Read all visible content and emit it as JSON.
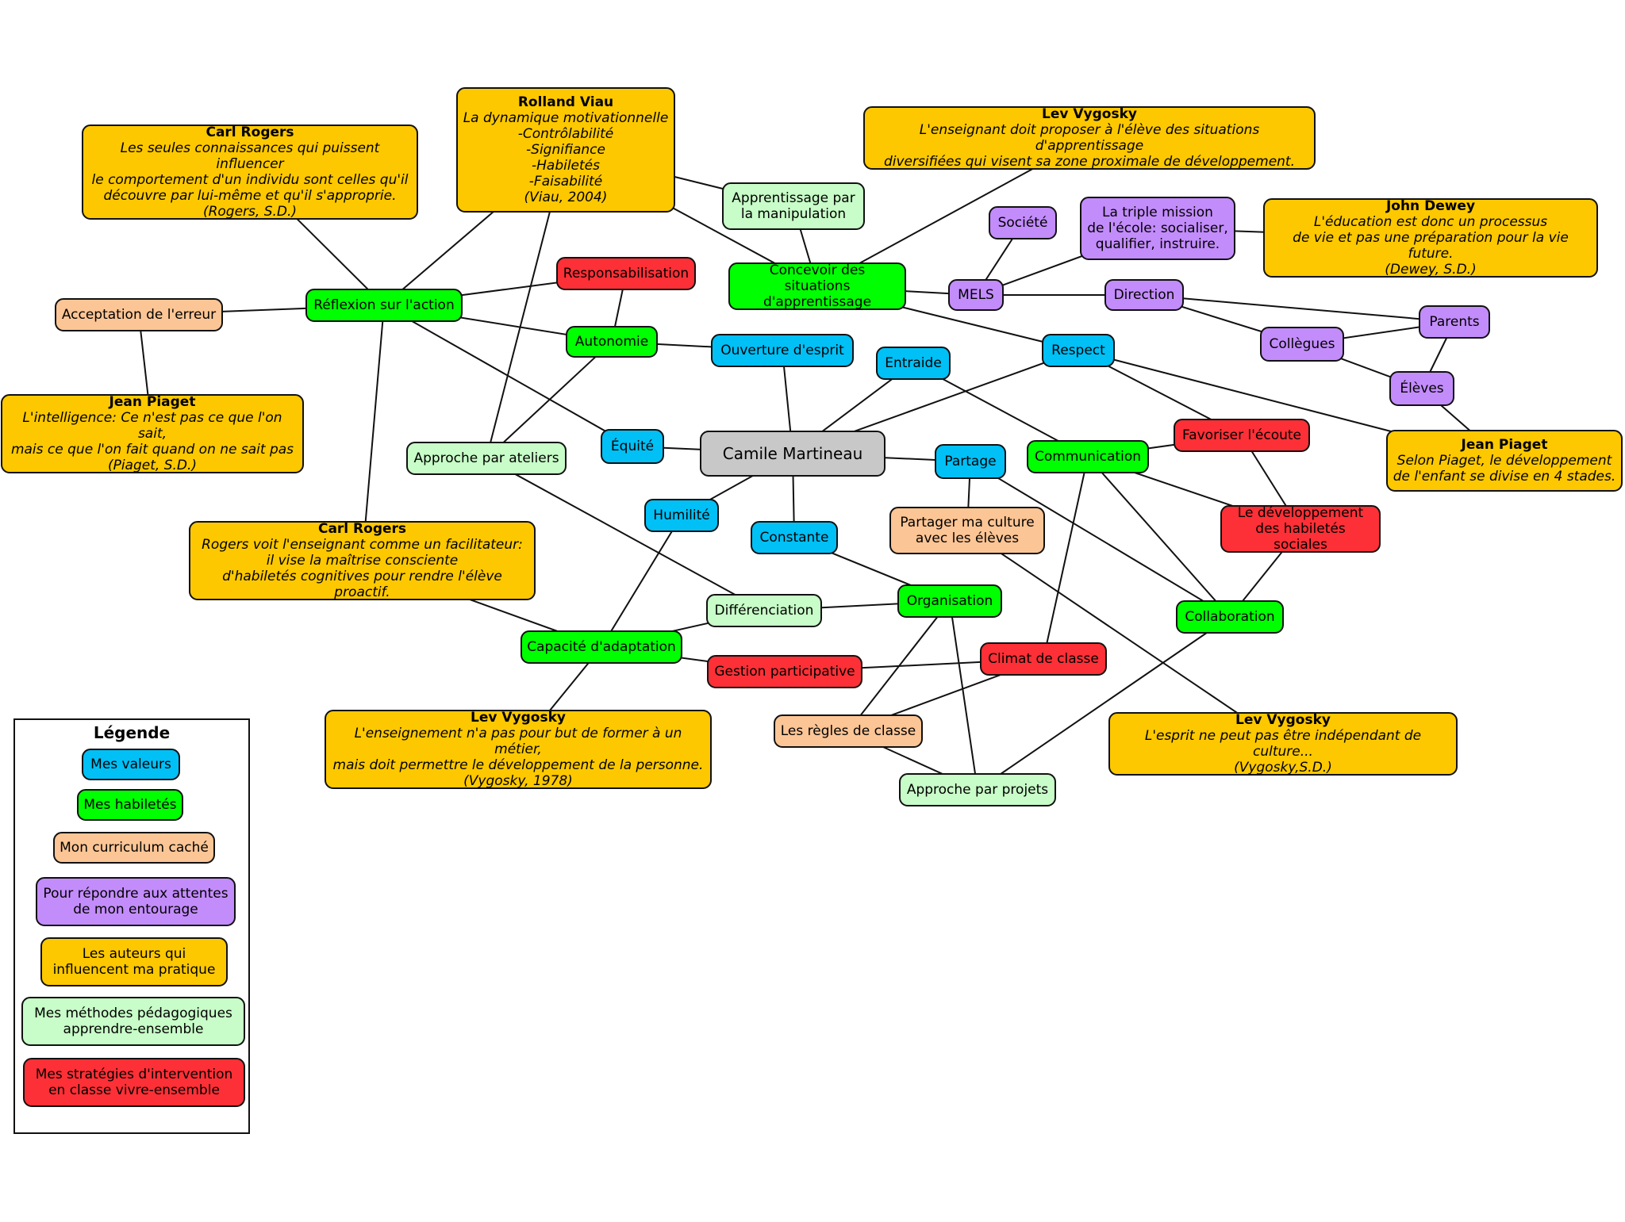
{
  "diagram": {
    "center": "Camile Martineau",
    "colors": {
      "valeur": "#00c0f6",
      "habilete": "#00ff00",
      "curriculum": "#fcc595",
      "entourage": "#c38cfb",
      "auteur": "#fdc800",
      "methode": "#c8fcc8",
      "strategie": "#fc3036",
      "center": "#c8c8c8"
    },
    "nodes": {
      "carl_rogers_1": {
        "title": "Carl Rogers",
        "body": "Les seules connaissances qui puissent influencer\nle comportement d'un individu sont celles qu'il\ndécouvre par lui-même et qu'il s'approprie.\n(Rogers, S.D.)"
      },
      "rolland_viau": {
        "title": "Rolland Viau",
        "body": "La dynamique motivationnelle\n-Contrôlabilité\n-Signifiance\n-Habiletés\n-Faisabilité\n(Viau, 2004)"
      },
      "lev_vygosky_1": {
        "title": "Lev Vygosky",
        "body": "L'enseignant doit proposer à l'élève des situations d'apprentissage\ndiversifiées qui visent sa zone proximale de développement."
      },
      "john_dewey": {
        "title": "John Dewey",
        "body": "L'éducation est donc un processus\nde vie et pas une préparation pour la vie future.\n(Dewey, S.D.)"
      },
      "jean_piaget_1": {
        "title": "Jean Piaget",
        "body": "L'intelligence: Ce n'est pas ce que l'on sait,\nmais ce que l'on fait quand on ne sait pas\n(Piaget, S.D.)"
      },
      "jean_piaget_2": {
        "title": "Jean Piaget",
        "body": "Selon Piaget, le développement\nde l'enfant se divise en 4 stades."
      },
      "carl_rogers_2": {
        "title": "Carl Rogers",
        "body": "Rogers voit l'enseignant comme un facilitateur:\nil vise la maîtrise consciente\nd'habiletés cognitives pour rendre l'élève proactif."
      },
      "lev_vygosky_2": {
        "title": "Lev Vygosky",
        "body": "L'enseignement n'a pas pour but de former à un métier,\nmais doit permettre le développement de la personne.\n(Vygosky, 1978)"
      },
      "lev_vygosky_3": {
        "title": "Lev Vygosky",
        "body": "L'esprit ne peut pas être indépendant de culture...\n(Vygosky,S.D.)"
      },
      "apprentissage_manipulation": "Apprentissage par\nla manipulation",
      "responsabilisation": "Responsabilisation",
      "concevoir_situations": "Concevoir des situations\nd'apprentissage",
      "societe": "Société",
      "triple_mission": "La triple mission\nde l'école: socialiser,\nqualifier, instruire.",
      "mels": "MELS",
      "direction": "Direction",
      "acceptation_erreur": "Acceptation de l'erreur",
      "reflexion_action": "Réflexion sur l'action",
      "autonomie": "Autonomie",
      "ouverture_esprit": "Ouverture d'esprit",
      "entraide": "Entraide",
      "respect": "Respect",
      "parents": "Parents",
      "collegues": "Collègues",
      "eleves": "Élèves",
      "equite": "Équité",
      "approche_ateliers": "Approche par ateliers",
      "partage": "Partage",
      "communication": "Communication",
      "favoriser_ecoute": "Favoriser l'écoute",
      "humilite": "Humilité",
      "constante": "Constante",
      "partager_culture": "Partager ma culture\navec les élèves",
      "developpement_habiletes": "Le développement\ndes habiletés sociales",
      "differenciation": "Différenciation",
      "organisation": "Organisation",
      "collaboration": "Collaboration",
      "capacite_adaptation": "Capacité d'adaptation",
      "gestion_participative": "Gestion participative",
      "climat_classe": "Climat de classe",
      "regles_classe": "Les règles de classe",
      "approche_projets": "Approche par projets"
    },
    "edges": [
      [
        "carl_rogers_1",
        "reflexion_action"
      ],
      [
        "rolland_viau",
        "reflexion_action"
      ],
      [
        "rolland_viau",
        "approche_ateliers"
      ],
      [
        "rolland_viau",
        "apprentissage_manipulation"
      ],
      [
        "rolland_viau",
        "concevoir_situations"
      ],
      [
        "apprentissage_manipulation",
        "concevoir_situations"
      ],
      [
        "lev_vygosky_1",
        "concevoir_situations"
      ],
      [
        "concevoir_situations",
        "mels"
      ],
      [
        "concevoir_situations",
        "respect"
      ],
      [
        "mels",
        "societe"
      ],
      [
        "mels",
        "triple_mission"
      ],
      [
        "mels",
        "direction"
      ],
      [
        "triple_mission",
        "john_dewey"
      ],
      [
        "direction",
        "parents"
      ],
      [
        "direction",
        "collegues"
      ],
      [
        "collegues",
        "parents"
      ],
      [
        "collegues",
        "eleves"
      ],
      [
        "parents",
        "eleves"
      ],
      [
        "eleves",
        "jean_piaget_2"
      ],
      [
        "respect",
        "jean_piaget_2"
      ],
      [
        "respect",
        "favoriser_ecoute"
      ],
      [
        "respect",
        "center"
      ],
      [
        "acceptation_erreur",
        "reflexion_action"
      ],
      [
        "acceptation_erreur",
        "jean_piaget_1"
      ],
      [
        "reflexion_action",
        "responsabilisation"
      ],
      [
        "reflexion_action",
        "autonomie"
      ],
      [
        "reflexion_action",
        "equite"
      ],
      [
        "reflexion_action",
        "carl_rogers_2"
      ],
      [
        "responsabilisation",
        "autonomie"
      ],
      [
        "autonomie",
        "ouverture_esprit"
      ],
      [
        "autonomie",
        "approche_ateliers"
      ],
      [
        "ouverture_esprit",
        "center"
      ],
      [
        "equite",
        "center"
      ],
      [
        "entraide",
        "center"
      ],
      [
        "entraide",
        "communication"
      ],
      [
        "center",
        "partage"
      ],
      [
        "center",
        "humilite"
      ],
      [
        "center",
        "constante"
      ],
      [
        "partage",
        "partager_culture"
      ],
      [
        "partage",
        "collaboration"
      ],
      [
        "communication",
        "favoriser_ecoute"
      ],
      [
        "communication",
        "developpement_habiletes"
      ],
      [
        "communication",
        "collaboration"
      ],
      [
        "communication",
        "climat_classe"
      ],
      [
        "favoriser_ecoute",
        "developpement_habiletes"
      ],
      [
        "developpement_habiletes",
        "collaboration"
      ],
      [
        "approche_ateliers",
        "differenciation"
      ],
      [
        "humilite",
        "capacite_adaptation"
      ],
      [
        "constante",
        "organisation"
      ],
      [
        "differenciation",
        "organisation"
      ],
      [
        "differenciation",
        "capacite_adaptation"
      ],
      [
        "carl_rogers_2",
        "capacite_adaptation"
      ],
      [
        "capacite_adaptation",
        "gestion_participative"
      ],
      [
        "capacite_adaptation",
        "lev_vygosky_2"
      ],
      [
        "gestion_participative",
        "climat_classe"
      ],
      [
        "organisation",
        "regles_classe"
      ],
      [
        "organisation",
        "approche_projets"
      ],
      [
        "climat_classe",
        "regles_classe"
      ],
      [
        "regles_classe",
        "approche_projets"
      ],
      [
        "collaboration",
        "approche_projets"
      ],
      [
        "partager_culture",
        "lev_vygosky_3"
      ]
    ]
  },
  "legend": {
    "title": "Légende",
    "items": [
      {
        "label": "Mes valeurs",
        "color": "#00c0f6"
      },
      {
        "label": "Mes habiletés",
        "color": "#00ff00"
      },
      {
        "label": "Mon curriculum caché",
        "color": "#fcc595"
      },
      {
        "label": "Pour répondre aux attentes\nde mon entourage",
        "color": "#c38cfb"
      },
      {
        "label": "Les auteurs qui\ninfluencent ma pratique",
        "color": "#fdc800"
      },
      {
        "label": "Mes méthodes pédagogiques\napprendre-ensemble",
        "color": "#c8fcc8"
      },
      {
        "label": "Mes stratégies d'intervention\nen classe vivre-ensemble",
        "color": "#fc3036"
      }
    ]
  }
}
